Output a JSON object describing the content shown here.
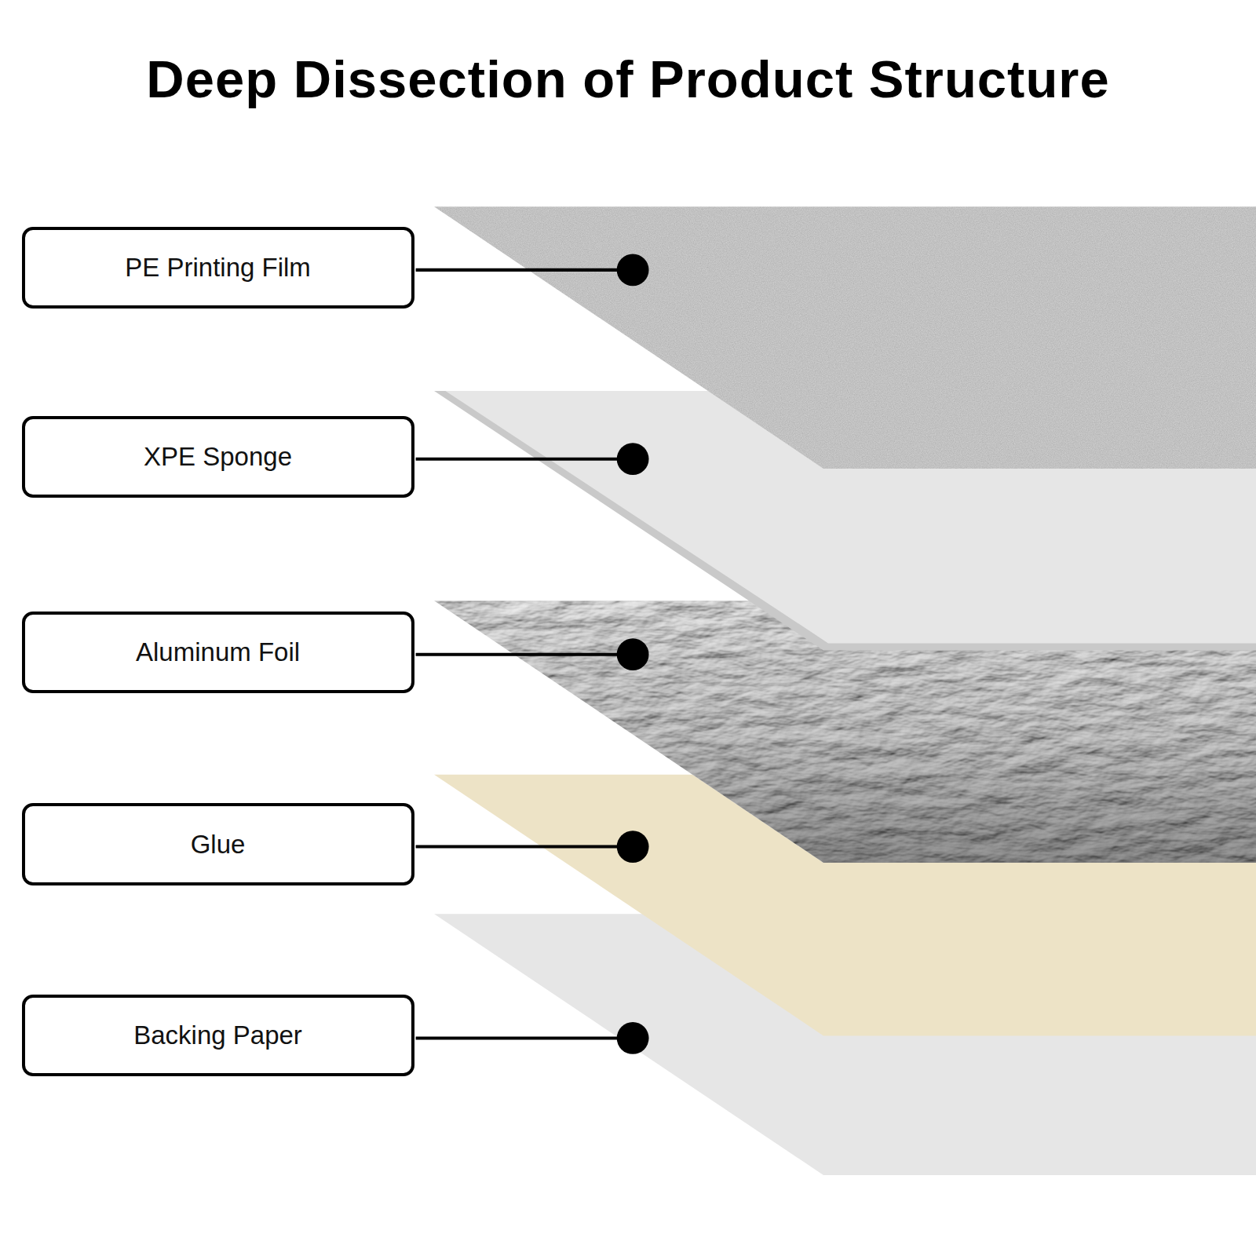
{
  "diagram": {
    "title": "Deep Dissection of Product Structure",
    "nodes": [
      {
        "text": [
          "PE Printing Film"
        ]
      },
      {
        "text": [
          "XPE Sponge"
        ]
      },
      {
        "text": [
          "Aluminum Foil"
        ]
      },
      {
        "text": [
          "Glue"
        ]
      },
      {
        "text": [
          "Backing Paper"
        ]
      }
    ]
  }
}
